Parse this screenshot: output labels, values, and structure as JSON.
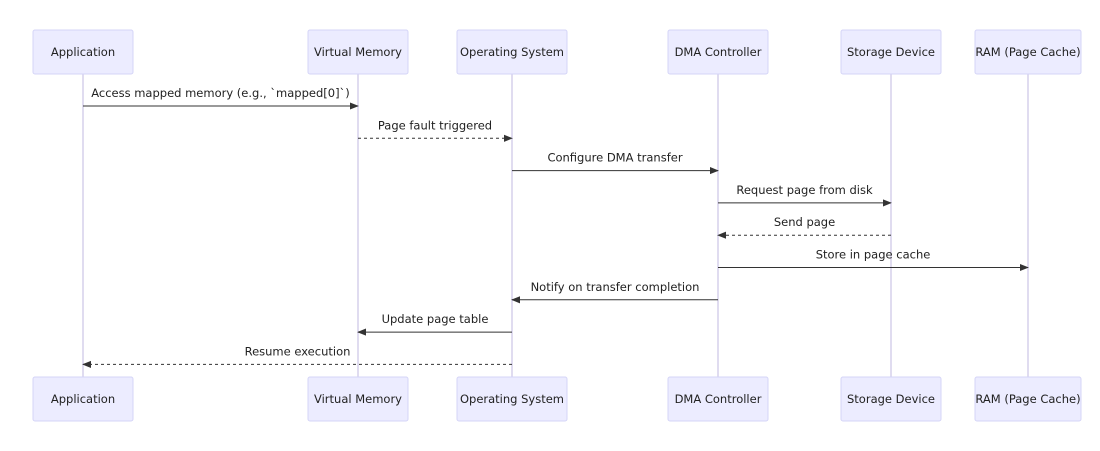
{
  "participants": [
    {
      "id": "app",
      "label": "Application"
    },
    {
      "id": "vm",
      "label": "Virtual Memory"
    },
    {
      "id": "os",
      "label": "Operating System"
    },
    {
      "id": "dma",
      "label": "DMA Controller"
    },
    {
      "id": "storage",
      "label": "Storage Device"
    },
    {
      "id": "ram",
      "label": "RAM (Page Cache)"
    }
  ],
  "messages": [
    {
      "from": "app",
      "to": "vm",
      "label": "Access mapped memory (e.g., `mapped[0]`)",
      "style": "solid"
    },
    {
      "from": "vm",
      "to": "os",
      "label": "Page fault triggered",
      "style": "dashed"
    },
    {
      "from": "os",
      "to": "dma",
      "label": "Configure DMA transfer",
      "style": "solid"
    },
    {
      "from": "dma",
      "to": "storage",
      "label": "Request page from disk",
      "style": "solid"
    },
    {
      "from": "storage",
      "to": "dma",
      "label": "Send page",
      "style": "dashed"
    },
    {
      "from": "dma",
      "to": "ram",
      "label": "Store in page cache",
      "style": "solid"
    },
    {
      "from": "dma",
      "to": "os",
      "label": "Notify on transfer completion",
      "style": "solid"
    },
    {
      "from": "os",
      "to": "vm",
      "label": "Update page table",
      "style": "solid"
    },
    {
      "from": "os",
      "to": "app",
      "label": "Resume execution",
      "style": "dashed"
    }
  ],
  "colors": {
    "actor_fill": "#ececff",
    "actor_border": "#d4d4f7",
    "lifeline": "#d6d0ec",
    "arrow": "#333333",
    "text": "#222222"
  }
}
